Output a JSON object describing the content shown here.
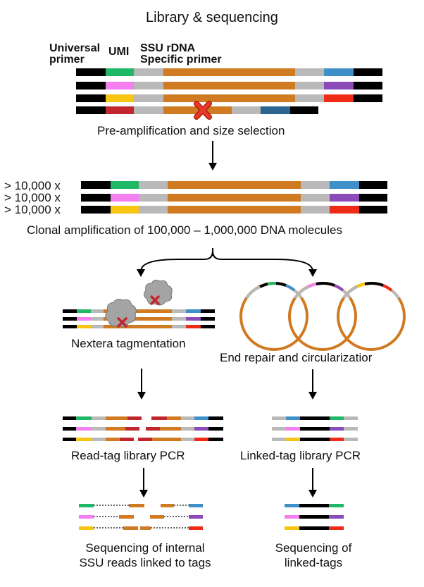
{
  "title": "Library & sequencing",
  "primer_labels": {
    "universal": "Universal\nprimer",
    "umi": "UMI",
    "ssu": "SSU rDNA\nSpecific primer"
  },
  "steps": {
    "preamp": "Pre-amplification and size selection",
    "copies": [
      "> 10,000 x",
      "> 10,000 x",
      "> 10,000 x"
    ],
    "clonal": "Clonal amplification of 100,000 – 1,000,000 DNA molecules",
    "nextera": "Nextera tagmentation",
    "circ": "End repair and circularizatior",
    "readtag_pcr": "Read-tag library PCR",
    "linkedtag_pcr": "Linked-tag library PCR",
    "seq_internal": "Sequencing of internal\nSSU reads linked to tags",
    "seq_linked": "Sequencing of\nlinked-tags"
  },
  "colors": {
    "black": "#000000",
    "gray": "#b9b9b9",
    "orange": "#d07a22",
    "green": "#1fb866",
    "pink": "#f37ff0",
    "yellow": "#f8c512",
    "blue": "#3f8fc8",
    "purple": "#8a4bb8",
    "red": "#ee2b16",
    "darkred": "#c0262e",
    "navy": "#2b6590",
    "enzyme": "#a4a4a4",
    "cross": "#e63a25"
  }
}
